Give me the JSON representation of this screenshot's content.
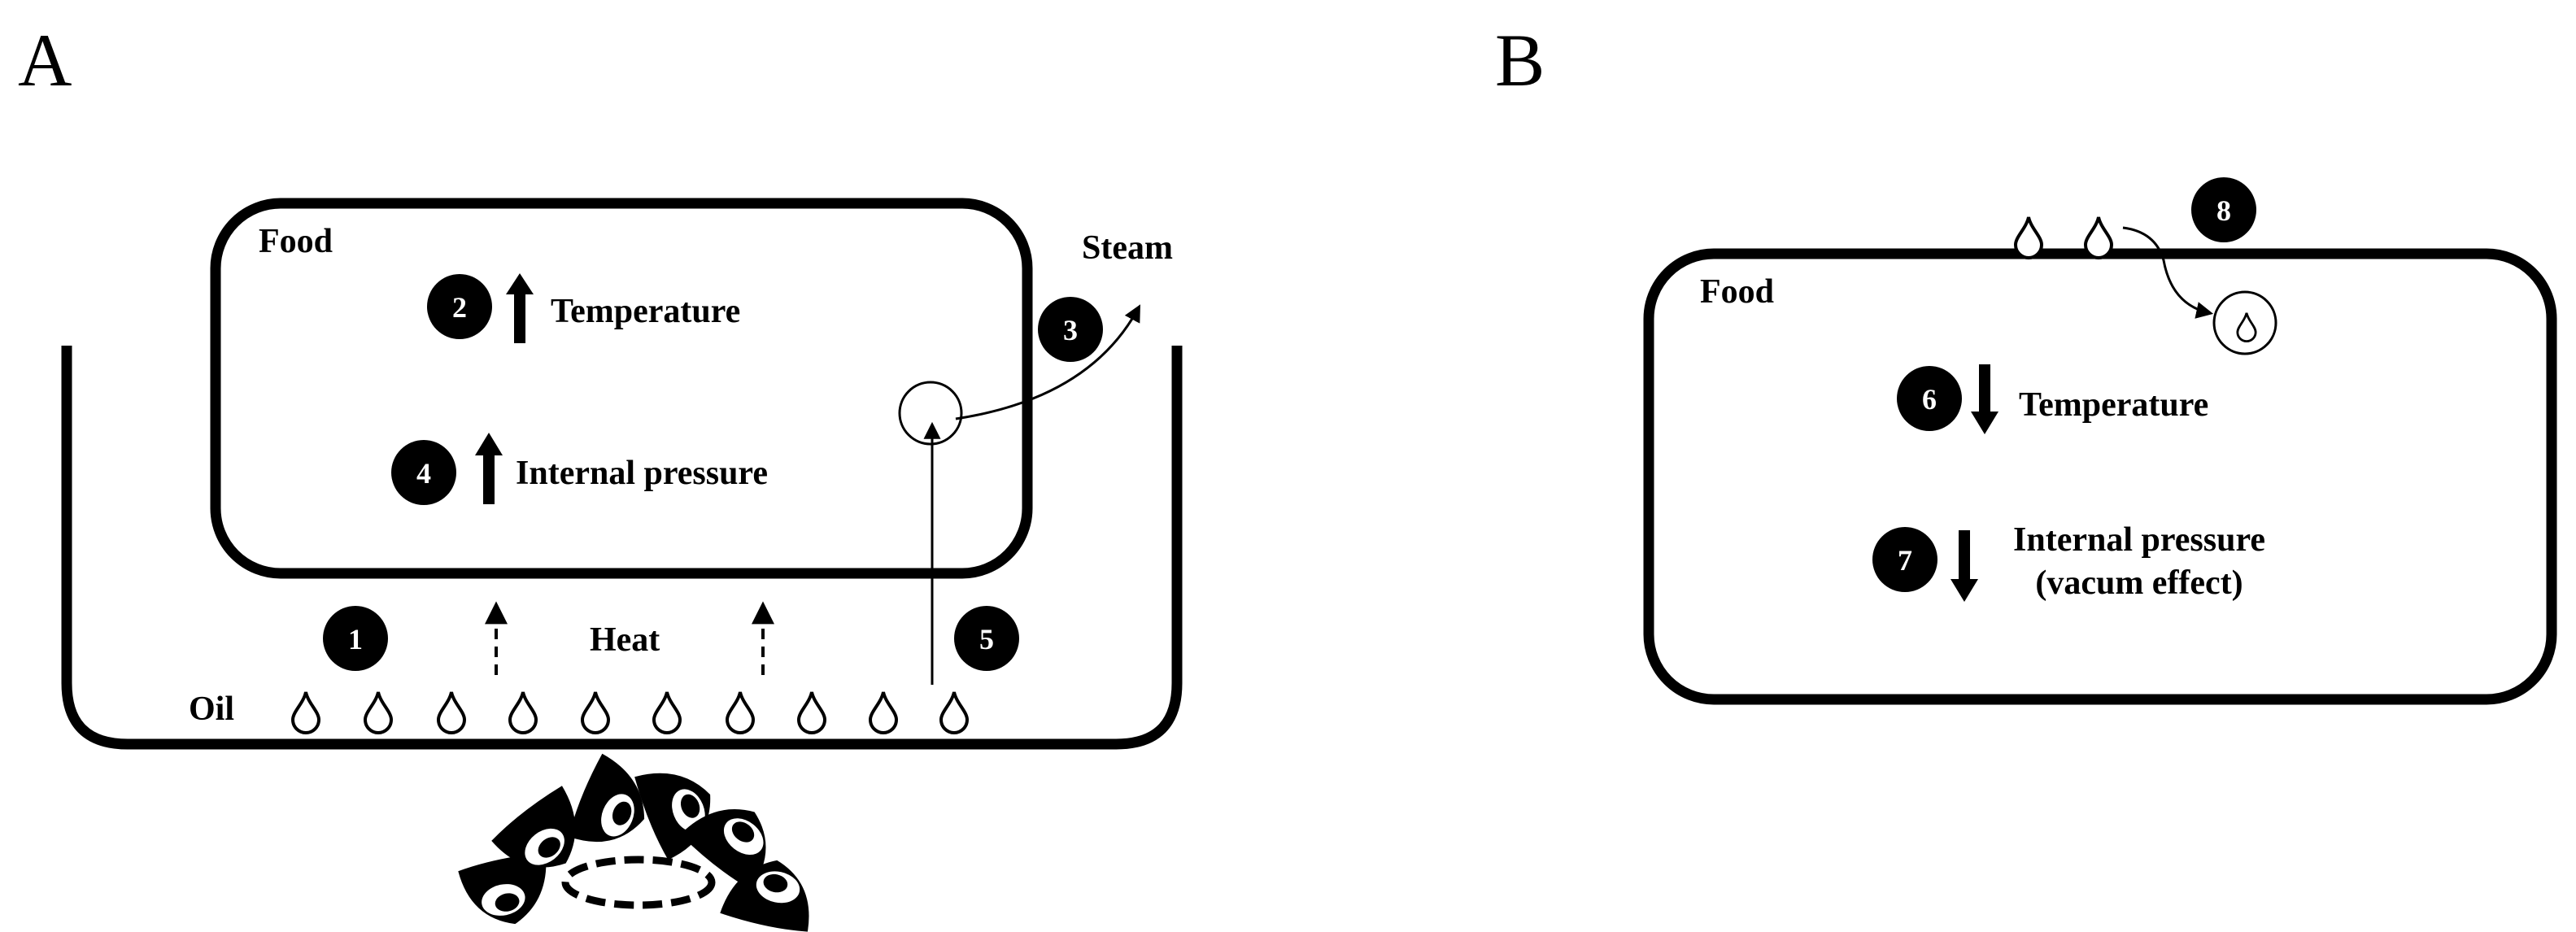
{
  "panel_a": {
    "letter": "A",
    "food_label": "Food",
    "steam_label": "Steam",
    "oil_label": "Oil",
    "heat_label": "Heat",
    "temperature_label": "Temperature",
    "pressure_label": "Internal pressure",
    "steps": {
      "s1": "1",
      "s2": "2",
      "s3": "3",
      "s4": "4",
      "s5": "5"
    }
  },
  "panel_b": {
    "letter": "B",
    "food_label": "Food",
    "temperature_label": "Temperature",
    "pressure_label": "Internal pressure",
    "pressure_note": "(vacum effect)",
    "steps": {
      "s6": "6",
      "s7": "7",
      "s8": "8"
    }
  }
}
